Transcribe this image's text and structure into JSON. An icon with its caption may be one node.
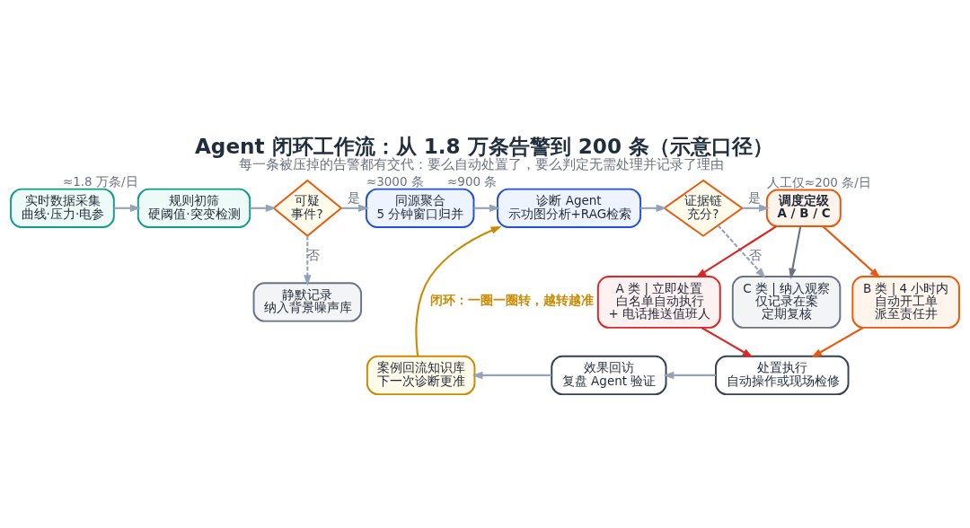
{
  "diagram": {
    "title": "Agent 闭环工作流：从 1.8 万条告警到 200 条（示意口径）",
    "caption": "每一条被压掉的告警都有交代：要么自动处置了，要么判定无需处理并记录了理由",
    "nodes": [
      {
        "text": [
          "实时数据采集",
          "曲线·压力·电参"
        ]
      },
      {
        "text": [
          "规则初筛",
          "硬阈值·突变检测"
        ],
        "beside": [
          "≈1.8 万条/日"
        ]
      },
      {
        "text": [
          "可疑事件?"
        ]
      },
      {
        "text": [
          "同源聚合",
          "5 分钟窗口归并"
        ],
        "beside": [
          "≈3000 条"
        ]
      },
      {
        "text": [
          "诊断 Agent",
          "示功图分析+RAG检索"
        ],
        "beside": [
          "≈900 条"
        ]
      },
      {
        "text": [
          "证据链充分?"
        ]
      },
      {
        "text": [
          "调度定级",
          "A / B / C"
        ],
        "beside": [
          "人工仅≈200 条/日"
        ]
      },
      {
        "text": [
          "静默记录",
          "纳入背景噪声库"
        ]
      },
      {
        "text": [
          "A 类 | 立即处置",
          "白名单自动执行",
          "+ 电话推送值班人"
        ]
      },
      {
        "text": [
          "B 类 | 4 小时内",
          "自动开工单",
          "派至责任井"
        ]
      },
      {
        "text": [
          "C 类 | 纳入观察",
          "仅记录在案",
          "定期复核"
        ]
      },
      {
        "text": [
          "处置执行",
          "自动操作或现场检修"
        ]
      },
      {
        "text": [
          "效果回访",
          "复盘 Agent 验证"
        ]
      },
      {
        "text": [
          "案例回流知识库",
          "下一次诊断更准"
        ]
      }
    ],
    "edges": [
      {
        "from": 0,
        "to": 1,
        "arrow": "to"
      },
      {
        "from": 1,
        "to": 2,
        "arrow": "to"
      },
      {
        "from": 2,
        "to": 3,
        "arrow": "to",
        "label": "是"
      },
      {
        "from": 3,
        "to": 4,
        "arrow": "to"
      },
      {
        "from": 4,
        "to": 5,
        "arrow": "to"
      },
      {
        "from": 5,
        "to": 6,
        "arrow": "to",
        "label": "是"
      },
      {
        "from": 2,
        "to": 7,
        "arrow": "to",
        "label": "否",
        "style": "dashed"
      },
      {
        "from": 5,
        "to": 10,
        "arrow": "to",
        "label": "否",
        "style": "dashed"
      },
      {
        "from": 6,
        "to": 8,
        "arrow": "to",
        "color": "#dc2626"
      },
      {
        "from": 6,
        "to": 9,
        "arrow": "to",
        "color": "#ea580c"
      },
      {
        "from": 6,
        "to": 10,
        "arrow": "to",
        "color": "#6b7280"
      },
      {
        "from": 8,
        "to": 11,
        "arrow": "to",
        "color": "#dc2626"
      },
      {
        "from": 9,
        "to": 11,
        "arrow": "to",
        "color": "#ea580c"
      },
      {
        "from": 11,
        "to": 12,
        "arrow": "to"
      },
      {
        "from": 12,
        "to": 13,
        "arrow": "to"
      },
      {
        "from": 13,
        "to": 4,
        "arrow": "to",
        "label": "闭环：一圈一圈转，越转越准",
        "color": "#ca8a04"
      }
    ]
  }
}
